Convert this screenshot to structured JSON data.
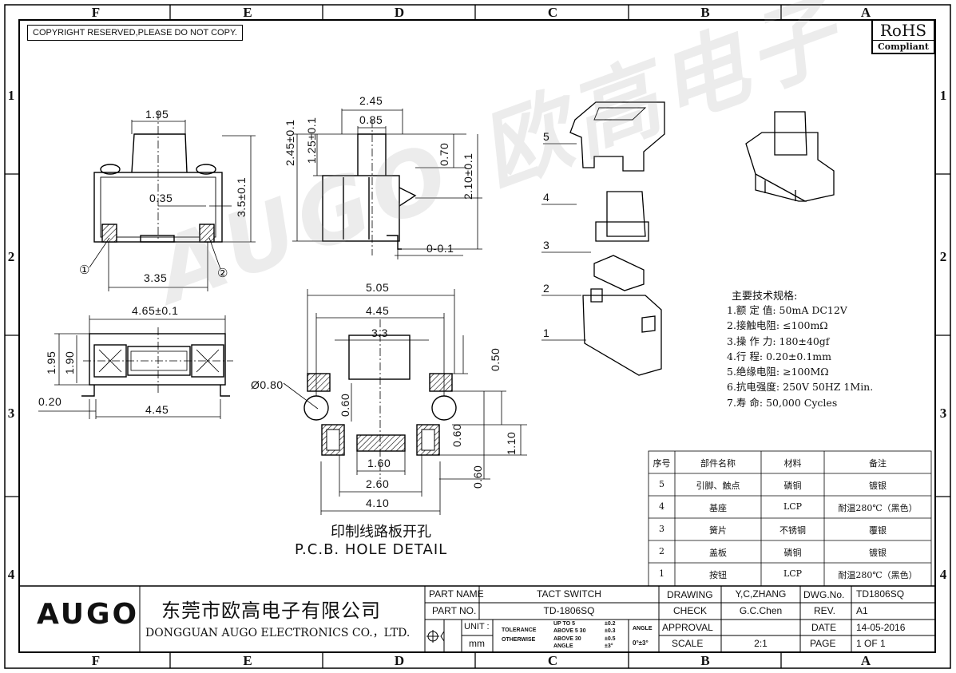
{
  "frame": {
    "columns": [
      "F",
      "E",
      "D",
      "C",
      "B",
      "A"
    ],
    "rows": [
      "1",
      "2",
      "3",
      "4"
    ]
  },
  "notice": "COPYRIGHT RESERVED,PLEASE DO NOT COPY.",
  "rohs": {
    "line1": "RoHS",
    "line2": "Compliant"
  },
  "watermark": "AUGO 欧高电子",
  "dimensions": {
    "front_top_width": "1.95",
    "front_gap": "0.35",
    "front_height": "3.5±0.1",
    "front_pin_pitch": "3.35",
    "pin1_marker": "①",
    "pin2_marker": "②",
    "side_width": "2.45",
    "side_knob": "0.85",
    "side_height": "2.45±0.1",
    "side_knob_height": "1.25±0.1",
    "side_top_offset": "0.70",
    "side_body_height": "2.10±0.1",
    "side_lead": "0-0.1",
    "bottom_width": "4.65±0.1",
    "bottom_h1": "1.95",
    "bottom_h2": "1.90",
    "bottom_lead": "0.20",
    "bottom_pitch": "4.45",
    "pcb_w1": "5.05",
    "pcb_w2": "4.45",
    "pcb_w3": "3.3",
    "pcb_hole": "Ø0.80",
    "pcb_hole_off": "0.60",
    "pcb_top": "0.50",
    "pcb_pad_h": "0.60",
    "pcb_pad_pitch": "1.10",
    "pcb_bottom": "0.60",
    "pcb_inner": "1.60",
    "pcb_mid": "2.60",
    "pcb_outer": "4.10"
  },
  "pcb_caption_cn": "印制线路板开孔",
  "pcb_caption_en": "P.C.B. HOLE DETAIL",
  "exploded_labels": [
    "5",
    "4",
    "3",
    "2",
    "1"
  ],
  "specs": {
    "title": "主要技术规格:",
    "items": [
      "1.额 定 值: 50mA DC12V",
      "2.接触电阻: ≤100mΩ",
      "3.操 作 力: 180±40gf",
      "4.行    程: 0.20±0.1mm",
      "5.绝缘电阻: ≥100MΩ",
      "6.抗电强度: 250V 50HZ 1Min.",
      "7.寿    命: 50,000 Cycles"
    ]
  },
  "parts_table": {
    "headers": [
      "序号",
      "部件名称",
      "材料",
      "备注"
    ],
    "rows": [
      [
        "5",
        "引脚、触点",
        "磷铜",
        "镀银"
      ],
      [
        "4",
        "基座",
        "LCP",
        "耐温280℃（黑色）"
      ],
      [
        "3",
        "簧片",
        "不锈钢",
        "覆银"
      ],
      [
        "2",
        "盖板",
        "磷铜",
        "镀银"
      ],
      [
        "1",
        "按钮",
        "LCP",
        "耐温280℃（黑色）"
      ]
    ]
  },
  "title_block": {
    "logo": "AUGO",
    "company_cn": "东莞市欧高电子有限公司",
    "company_en": "DONGGUAN AUGO ELECTRONICS CO.，LTD.",
    "part_name_label": "PART NAME",
    "part_name": "TACT SWITCH",
    "part_no_label": "PART NO.",
    "part_no": "TD-1806SQ",
    "unit_label": "UNIT :",
    "unit": "mm",
    "tolerance_label": "TOLERANCE",
    "otherwise_label": "OTHERWISE",
    "tol_rows": [
      [
        "UP TO 5",
        "±0.2"
      ],
      [
        "ABOVE 5  30",
        "±0.3"
      ],
      [
        "ABOVE 30",
        "±0.5"
      ],
      [
        "ANGLE",
        "±3°"
      ]
    ],
    "angle_label": "ANGLE",
    "angle_value": "0°±3°",
    "drawing_label": "DRAWING",
    "drawing_by": "Y,C,ZHANG",
    "check_label": "CHECK",
    "check_by": "G.C.Chen",
    "approval_label": "APPROVAL",
    "scale_label": "SCALE",
    "scale": "2:1",
    "dwg_label": "DWG.No.",
    "dwg_no": "TD1806SQ",
    "rev_label": "REV.",
    "rev": "A1",
    "date_label": "DATE",
    "date": "14-05-2016",
    "page_label": "PAGE",
    "page": "1 OF 1"
  }
}
